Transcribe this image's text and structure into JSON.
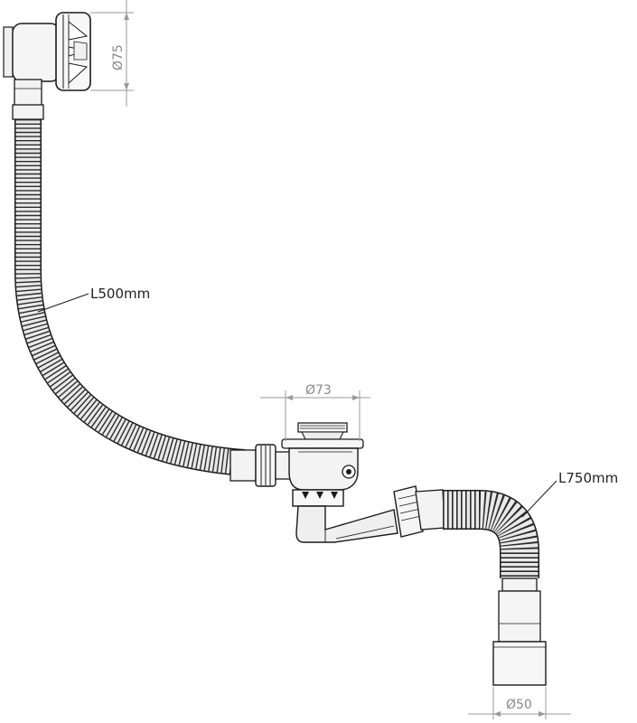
{
  "labels": {
    "overflow_diameter": "Ø75",
    "waste_diameter": "Ø73",
    "outlet_diameter": "Ø50",
    "overflow_hose_length": "L500mm",
    "outlet_hose_length": "L750mm"
  },
  "colors": {
    "outline": "#1a1a1a",
    "hose_fill": "#e9e9e9",
    "hose_rib": "#2b2b2b",
    "part_fill": "#f3f3f3",
    "dimension_line": "#9a9a9a",
    "dimension_text": "#888888",
    "leader_text": "#222222"
  }
}
